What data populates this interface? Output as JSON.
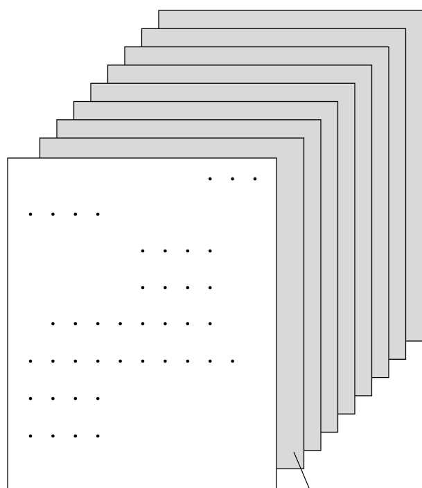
{
  "figure": {
    "kind": "stacked-pages",
    "back_page_count": 8,
    "colors": {
      "back_page_fill": "#d9d9d9",
      "front_page_fill": "#ffffff",
      "stroke": "#000000",
      "dot": "#000000"
    },
    "front_page_dot_rows": [
      {
        "first_column": 8,
        "dot_count": 3
      },
      {
        "first_column": 0,
        "dot_count": 4
      },
      {
        "first_column": 5,
        "dot_count": 4
      },
      {
        "first_column": 5,
        "dot_count": 4
      },
      {
        "first_column": 1,
        "dot_count": 8
      },
      {
        "first_column": 0,
        "dot_count": 10
      },
      {
        "first_column": 0,
        "dot_count": 4
      },
      {
        "first_column": 0,
        "dot_count": 4
      }
    ]
  }
}
